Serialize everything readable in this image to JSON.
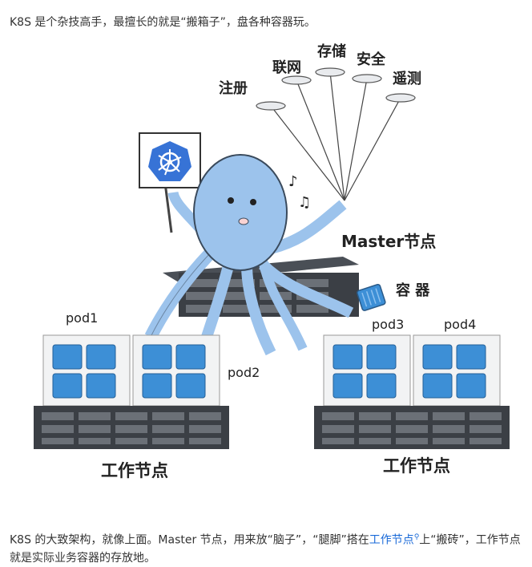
{
  "intro_text": "K8S 是个杂技高手，最擅长的就是“搬箱子”，盘各种容器玩。",
  "illustration": {
    "features": [
      "注册",
      "联网",
      "存储",
      "安全",
      "遥测"
    ],
    "master_label": "Master节点",
    "container_label": "容 器",
    "pods": [
      "pod1",
      "pod2",
      "pod3",
      "pod4"
    ],
    "worker_label_left": "工作节点",
    "worker_label_right": "工作节点",
    "colors": {
      "octopus": "#9cc3ec",
      "octopus_outline": "#3a4a5c",
      "container": "#3d8fd6",
      "server": "#3b3f45",
      "box": "#f2f3f4",
      "k8s_logo": "#3773d6"
    }
  },
  "bottom_text": {
    "part1": "K8S 的大致架构，就像上面。Master 节点，用来放“脑子”，“腿脚”搭在",
    "link": "工作节点",
    "part2": "上“搬砖”，工作节点就是实际业务容器的存放地。"
  }
}
